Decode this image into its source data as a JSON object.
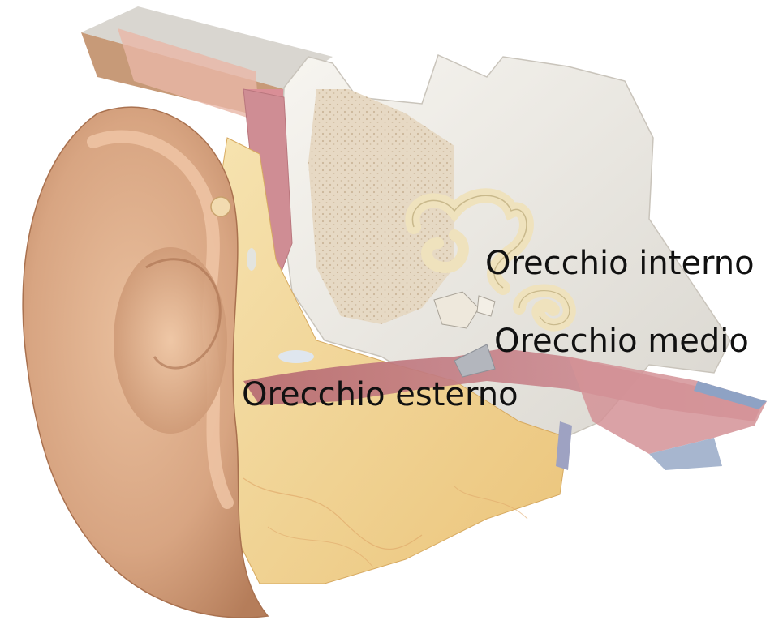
{
  "labels": {
    "inner_ear": "Orecchio interno",
    "middle_ear": "Orecchio medio",
    "outer_ear": "Orecchio esterno"
  },
  "colors": {
    "skin": "#d9a783",
    "skin_shadow": "#b9825f",
    "bone": "#efe9dc",
    "spongy_bone": "#e3d5bf",
    "cartilage_fat": "#f3d68f",
    "muscle": "#c98c8c",
    "canal_pink": "#c47d82",
    "cochlea": "#efe3bf",
    "vessel_blue": "#8ea2c4"
  }
}
